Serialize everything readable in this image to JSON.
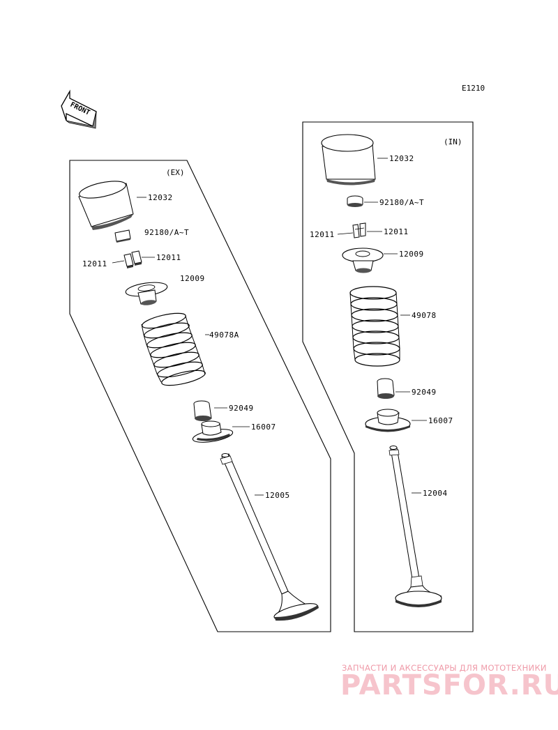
{
  "diagram_code": "E1210",
  "front_label": "FRONT",
  "exhaust": {
    "title": "(EX)",
    "parts": {
      "lifter": "12032",
      "shim": "92180/A~T",
      "keeper_left": "12011",
      "keeper_right": "12011",
      "retainer": "12009",
      "spring": "49078A",
      "stem_seal": "92049",
      "spring_seat": "16007",
      "valve": "12005"
    }
  },
  "intake": {
    "title": "(IN)",
    "parts": {
      "lifter": "12032",
      "shim": "92180/A~T",
      "keeper_left": "12011",
      "keeper_right": "12011",
      "retainer": "12009",
      "spring": "49078",
      "stem_seal": "92049",
      "spring_seat": "16007",
      "valve": "12004"
    }
  },
  "watermark": {
    "tagline": "ЗАПЧАСТИ И АКСЕССУАРЫ ДЛЯ МОТОТЕХНИКИ",
    "brand": "PARTSFOR.RU"
  }
}
